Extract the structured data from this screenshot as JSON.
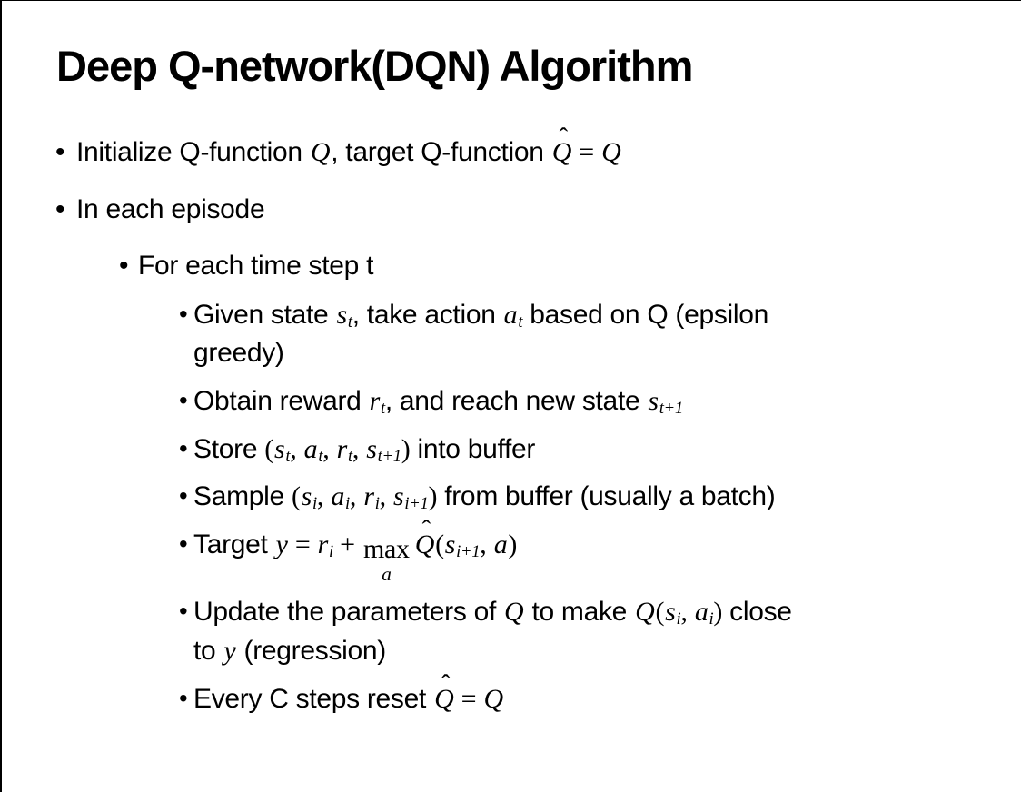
{
  "slide": {
    "title": "Deep Q-network(DQN) Algorithm",
    "bullet_char": "•",
    "colors": {
      "background": "#ffffff",
      "text": "#000000",
      "border": "#000000"
    },
    "bullets": [
      {
        "level": 1,
        "segments": [
          {
            "t": "txt",
            "v": "Initialize Q-function "
          },
          {
            "t": "var",
            "v": "Q"
          },
          {
            "t": "txt",
            "v": ", target Q-function "
          },
          {
            "t": "hatvar",
            "v": "Q",
            "hat": "ˆ"
          },
          {
            "t": "m",
            "v": " = "
          },
          {
            "t": "var",
            "v": "Q"
          }
        ]
      },
      {
        "level": 1,
        "segments": [
          {
            "t": "txt",
            "v": "In each episode"
          }
        ]
      },
      {
        "level": 2,
        "segments": [
          {
            "t": "txt",
            "v": "For each time step t"
          }
        ]
      },
      {
        "level": 3,
        "segments": [
          {
            "t": "txt",
            "v": "Given state "
          },
          {
            "t": "vsub",
            "v": "s",
            "sub": "t"
          },
          {
            "t": "txt",
            "v": ", take action "
          },
          {
            "t": "vsub",
            "v": "a",
            "sub": "t"
          },
          {
            "t": "txt",
            "v": " based on Q (epsilon"
          },
          {
            "t": "br"
          },
          {
            "t": "txt",
            "v": "greedy)"
          }
        ]
      },
      {
        "level": 3,
        "segments": [
          {
            "t": "txt",
            "v": "Obtain reward "
          },
          {
            "t": "vsub",
            "v": "r",
            "sub": "t"
          },
          {
            "t": "txt",
            "v": ", and reach new state "
          },
          {
            "t": "vsub",
            "v": "s",
            "sub": "t+1"
          }
        ]
      },
      {
        "level": 3,
        "segments": [
          {
            "t": "txt",
            "v": "Store "
          },
          {
            "t": "m",
            "v": "("
          },
          {
            "t": "vsub",
            "v": "s",
            "sub": "t"
          },
          {
            "t": "m",
            "v": ", "
          },
          {
            "t": "vsub",
            "v": "a",
            "sub": "t"
          },
          {
            "t": "m",
            "v": ", "
          },
          {
            "t": "vsub",
            "v": "r",
            "sub": "t"
          },
          {
            "t": "m",
            "v": ", "
          },
          {
            "t": "vsub",
            "v": "s",
            "sub": "t+1"
          },
          {
            "t": "m",
            "v": ")"
          },
          {
            "t": "txt",
            "v": " into buffer"
          }
        ]
      },
      {
        "level": 3,
        "segments": [
          {
            "t": "txt",
            "v": "Sample "
          },
          {
            "t": "m",
            "v": "("
          },
          {
            "t": "vsub",
            "v": "s",
            "sub": "i"
          },
          {
            "t": "m",
            "v": ", "
          },
          {
            "t": "vsub",
            "v": "a",
            "sub": "i"
          },
          {
            "t": "m",
            "v": ", "
          },
          {
            "t": "vsub",
            "v": "r",
            "sub": "i"
          },
          {
            "t": "m",
            "v": ", "
          },
          {
            "t": "vsub",
            "v": "s",
            "sub": "i+1"
          },
          {
            "t": "m",
            "v": ")"
          },
          {
            "t": "txt",
            "v": " from buffer (usually a batch)"
          }
        ]
      },
      {
        "level": 3,
        "segments": [
          {
            "t": "txt",
            "v": "Target "
          },
          {
            "t": "var",
            "v": "y"
          },
          {
            "t": "m",
            "v": " = "
          },
          {
            "t": "vsub",
            "v": "r",
            "sub": "i"
          },
          {
            "t": "m",
            "v": " + "
          },
          {
            "t": "under",
            "top": "max",
            "bottom": "a"
          },
          {
            "t": "hatvar",
            "v": "Q",
            "hat": "ˆ"
          },
          {
            "t": "m",
            "v": "("
          },
          {
            "t": "vsub",
            "v": "s",
            "sub": "i+1"
          },
          {
            "t": "m",
            "v": ", "
          },
          {
            "t": "var",
            "v": "a"
          },
          {
            "t": "m",
            "v": ")"
          }
        ]
      },
      {
        "level": 3,
        "segments": [
          {
            "t": "txt",
            "v": "Update the parameters of "
          },
          {
            "t": "var",
            "v": "Q"
          },
          {
            "t": "txt",
            "v": " to make "
          },
          {
            "t": "var",
            "v": "Q"
          },
          {
            "t": "m",
            "v": "("
          },
          {
            "t": "vsub",
            "v": "s",
            "sub": "i"
          },
          {
            "t": "m",
            "v": ", "
          },
          {
            "t": "vsub",
            "v": "a",
            "sub": "i"
          },
          {
            "t": "m",
            "v": ")"
          },
          {
            "t": "txt",
            "v": " close"
          },
          {
            "t": "br"
          },
          {
            "t": "txt",
            "v": "to "
          },
          {
            "t": "var",
            "v": "y"
          },
          {
            "t": "txt",
            "v": " (regression)"
          }
        ]
      },
      {
        "level": 3,
        "segments": [
          {
            "t": "txt",
            "v": "Every C steps reset "
          },
          {
            "t": "hatvar",
            "v": "Q",
            "hat": "ˆ"
          },
          {
            "t": "m",
            "v": " = "
          },
          {
            "t": "var",
            "v": "Q"
          }
        ]
      }
    ]
  }
}
